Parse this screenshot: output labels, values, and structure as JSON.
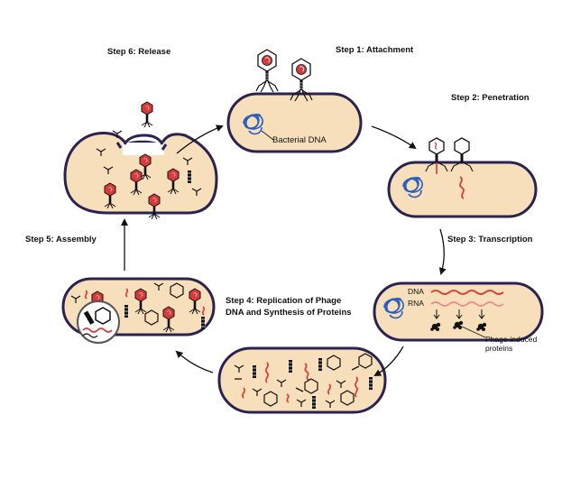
{
  "steps": {
    "step1": "Step 1: Attachment",
    "step2": "Step 2: Penetration",
    "step3": "Step 3: Transcription",
    "step4_line1": "Step 4: Replication of Phage",
    "step4_line2": "DNA and Synthesis of Proteins",
    "step5": "Step 5: Assembly",
    "step6": "Step 6: Release"
  },
  "labels": {
    "bacterial_dna": "Bacterial DNA",
    "dna": "DNA",
    "rna": "RNA",
    "phage_proteins_1": "Phage-induced",
    "phage_proteins_2": "proteins"
  },
  "colors": {
    "cell_fill": "#f8dfbc",
    "cell_outline": "#2a2250",
    "bacterial_dna": "#2a5fc0",
    "phage_dna": "#d63a3a",
    "phage_rna": "#e88a8a",
    "phage_head": "#d63a3a"
  },
  "icons": [
    "bacteriophage-icon",
    "bacterial-dna-coil-icon",
    "phage-dna-strand-icon",
    "protein-icon",
    "empty-capsid-icon",
    "tail-fiber-icon",
    "magnifier-circle-icon"
  ]
}
